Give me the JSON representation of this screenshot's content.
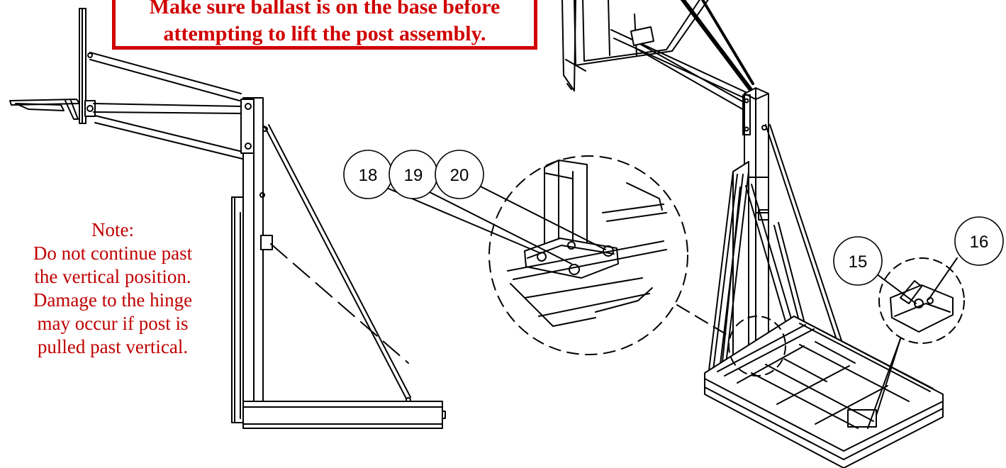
{
  "warning": {
    "line1": "Make sure ballast is on the base before",
    "line2": "attempting to lift the post assembly."
  },
  "note": {
    "title": "Note:",
    "lines": [
      "Do not continue past",
      "the vertical position.",
      "Damage to the hinge",
      "may occur if post is",
      "pulled past vertical."
    ]
  },
  "callouts": {
    "c18": "18",
    "c19": "19",
    "c20": "20",
    "c15": "15",
    "c16": "16"
  },
  "colors": {
    "warning": "#d00000",
    "line": "#000000"
  }
}
